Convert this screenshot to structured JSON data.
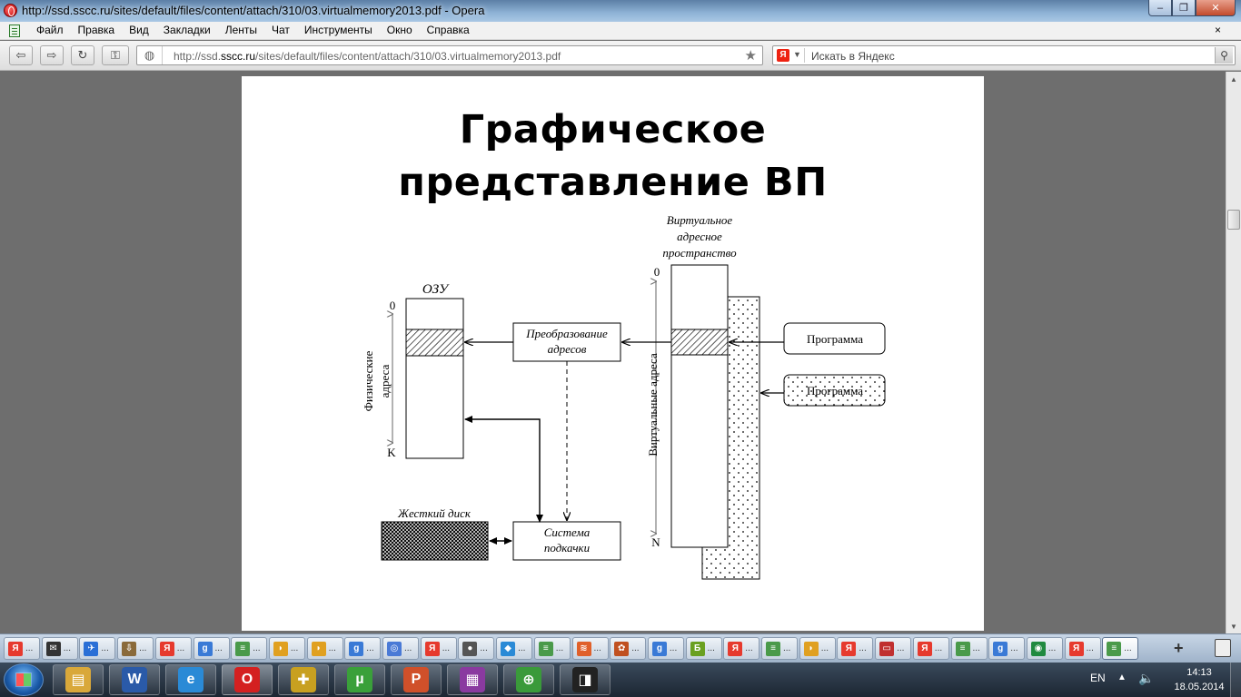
{
  "window": {
    "title": "http://ssd.sscc.ru/sites/default/files/content/attach/310/03.virtualmemory2013.pdf - Opera",
    "min_label": "‒",
    "max_label": "❐",
    "close_label": "✕"
  },
  "menu": {
    "items": [
      "Файл",
      "Правка",
      "Вид",
      "Закладки",
      "Ленты",
      "Чат",
      "Инструменты",
      "Окно",
      "Справка"
    ],
    "close_glyph": "×"
  },
  "navigation": {
    "url_prefix": "http://ssd.",
    "url_domain": "sscc.ru",
    "url_rest": "/sites/default/files/content/attach/310/03.virtualmemory2013.pdf",
    "search_engine_badge": "Я",
    "search_placeholder": "Искать в Яндекс",
    "back_glyph": "⇦",
    "forward_glyph": "⇨",
    "reload_glyph": "↻",
    "key_glyph": "⚿",
    "globe_glyph": "◍",
    "star_glyph": "★",
    "search_glyph": "⚲"
  },
  "slide": {
    "title_line1": "Графическое",
    "title_line2": "представление ВП",
    "labels": {
      "virtual_space_1": "Виртуальное",
      "virtual_space_2": "адресное",
      "virtual_space_3": "пространство",
      "ram": "ОЗУ",
      "phys_addr_1": "Физические",
      "phys_addr_2": "адреса",
      "virt_addr": "Виртуальные адреса",
      "translation_1": "Преобразование",
      "translation_2": "адресов",
      "paging_1": "Система",
      "paging_2": "подкачки",
      "hard_disk": "Жесткий диск",
      "program_1": "Программа",
      "program_2": "Программа",
      "zero_left": "0",
      "k_label": "K",
      "zero_right": "0",
      "n_label": "N"
    }
  },
  "tabs": {
    "dots": "...",
    "items": [
      {
        "icon": "yandex-icon",
        "glyph": "Я",
        "color": "#e63a2e"
      },
      {
        "icon": "mail-icon",
        "glyph": "✉",
        "color": "#333333"
      },
      {
        "icon": "butterfly-icon",
        "glyph": "✈",
        "color": "#2a6fd6"
      },
      {
        "icon": "download-icon",
        "glyph": "⇩",
        "color": "#8a6a3a"
      },
      {
        "icon": "yandex-icon",
        "glyph": "Я",
        "color": "#e63a2e"
      },
      {
        "icon": "google-icon",
        "glyph": "g",
        "color": "#3a7ad6"
      },
      {
        "icon": "document-icon",
        "glyph": "≡",
        "color": "#4a9a4a"
      },
      {
        "icon": "shield-icon",
        "glyph": "◗",
        "color": "#e0a020"
      },
      {
        "icon": "shield-icon",
        "glyph": "◗",
        "color": "#e0a020"
      },
      {
        "icon": "google-icon",
        "glyph": "g",
        "color": "#3a7ad6"
      },
      {
        "icon": "opera-icon",
        "glyph": "◎",
        "color": "#4a7ad6"
      },
      {
        "icon": "yandex-icon",
        "glyph": "Я",
        "color": "#e63a2e"
      },
      {
        "icon": "circle-icon",
        "glyph": "●",
        "color": "#555555"
      },
      {
        "icon": "book-icon",
        "glyph": "◆",
        "color": "#2a8ad6"
      },
      {
        "icon": "document-icon",
        "glyph": "≡",
        "color": "#4a9a4a"
      },
      {
        "icon": "layers-icon",
        "glyph": "≋",
        "color": "#e0602a"
      },
      {
        "icon": "puzzle-icon",
        "glyph": "✿",
        "color": "#c05020"
      },
      {
        "icon": "google-icon",
        "glyph": "g",
        "color": "#3a7ad6"
      },
      {
        "icon": "b-icon",
        "glyph": "Б",
        "color": "#6aa020"
      },
      {
        "icon": "yandex-icon",
        "glyph": "Я",
        "color": "#e63a2e"
      },
      {
        "icon": "document-icon",
        "glyph": "≡",
        "color": "#4a9a4a"
      },
      {
        "icon": "shield-icon",
        "glyph": "◗",
        "color": "#e0a020"
      },
      {
        "icon": "yandex-icon",
        "glyph": "Я",
        "color": "#e63a2e"
      },
      {
        "icon": "slides-icon",
        "glyph": "▭",
        "color": "#c03030"
      },
      {
        "icon": "yandex-icon",
        "glyph": "Я",
        "color": "#e63a2e"
      },
      {
        "icon": "document-icon",
        "glyph": "≡",
        "color": "#4a9a4a"
      },
      {
        "icon": "google-icon",
        "glyph": "g",
        "color": "#3a7ad6"
      },
      {
        "icon": "chrome-icon",
        "glyph": "◉",
        "color": "#208a40"
      },
      {
        "icon": "yandex-icon",
        "glyph": "Я",
        "color": "#e63a2e"
      },
      {
        "icon": "document-icon",
        "glyph": "≡",
        "color": "#4a9a4a",
        "active": true
      }
    ],
    "plus_glyph": "+"
  },
  "taskbar": {
    "apps": [
      {
        "name": "explorer-icon",
        "glyph": "▤",
        "color": "#d9a83a"
      },
      {
        "name": "word-icon",
        "glyph": "W",
        "color": "#2a5aa8"
      },
      {
        "name": "ie-icon",
        "glyph": "e",
        "color": "#2a8ad6"
      },
      {
        "name": "opera-icon",
        "glyph": "O",
        "color": "#d42020"
      },
      {
        "name": "puzzle-app-icon",
        "glyph": "✚",
        "color": "#c8a020"
      },
      {
        "name": "utorrent-icon",
        "glyph": "µ",
        "color": "#3aa03a"
      },
      {
        "name": "powerpoint-icon",
        "glyph": "P",
        "color": "#d0502a"
      },
      {
        "name": "winrar-icon",
        "glyph": "▦",
        "color": "#8a3aa0"
      },
      {
        "name": "globe-app-icon",
        "glyph": "⊕",
        "color": "#3a9a3a"
      },
      {
        "name": "dolby-icon",
        "glyph": "◨",
        "color": "#222222"
      }
    ],
    "lang": "EN",
    "time": "14:13",
    "date": "18.05.2014",
    "tray_up_glyph": "▲",
    "volume_glyph": "🔈"
  }
}
